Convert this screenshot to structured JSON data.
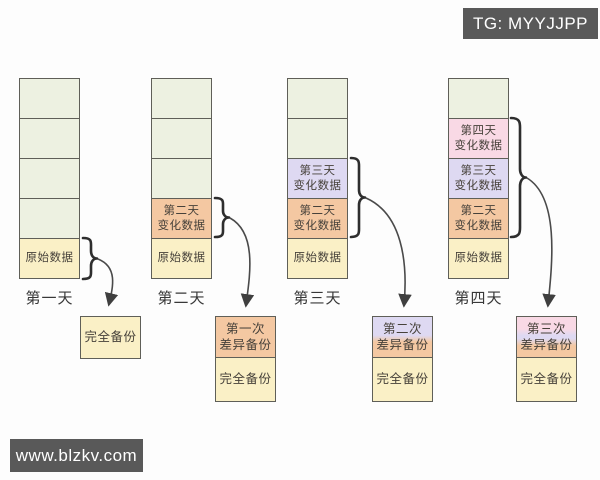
{
  "badges": {
    "tg": "TG: MYYJJPP",
    "site": "www.blzkv.com"
  },
  "colors": {
    "unchanged_data": "#edf1e1",
    "original_data": "#faf0c6",
    "day2_change": "#f4c8a2",
    "day3_change": "#ded9f2",
    "day4_change": "#f9d9e5",
    "cell_border": "#5f5f58",
    "badge_bg": "#595959",
    "arrow": "#4a4a4a"
  },
  "columns": [
    {
      "day_label": "第一天",
      "cells": [
        {
          "label": "",
          "color": "green"
        },
        {
          "label": "",
          "color": "green"
        },
        {
          "label": "",
          "color": "green"
        },
        {
          "label": "",
          "color": "green"
        },
        {
          "label": "原始数据",
          "color": "yellow"
        }
      ],
      "backup_boxes": [
        {
          "label": "完全备份",
          "color": "yellow"
        }
      ]
    },
    {
      "day_label": "第二天",
      "cells": [
        {
          "label": "",
          "color": "green"
        },
        {
          "label": "",
          "color": "green"
        },
        {
          "label": "",
          "color": "green"
        },
        {
          "label": "第二天\n变化数据",
          "color": "orange"
        },
        {
          "label": "原始数据",
          "color": "yellow"
        }
      ],
      "backup_boxes": [
        {
          "label": "第一次\n差异备份",
          "color": "orange"
        },
        {
          "label": "完全备份",
          "color": "yellow"
        }
      ]
    },
    {
      "day_label": "第三天",
      "cells": [
        {
          "label": "",
          "color": "green"
        },
        {
          "label": "",
          "color": "green"
        },
        {
          "label": "第三天\n变化数据",
          "color": "purple"
        },
        {
          "label": "第二天\n变化数据",
          "color": "orange"
        },
        {
          "label": "原始数据",
          "color": "yellow"
        }
      ],
      "backup_boxes": [
        {
          "label": "第二次\n差异备份",
          "color": "purple-orange"
        },
        {
          "label": "完全备份",
          "color": "yellow"
        }
      ]
    },
    {
      "day_label": "第四天",
      "cells": [
        {
          "label": "",
          "color": "green"
        },
        {
          "label": "第四天\n变化数据",
          "color": "pink"
        },
        {
          "label": "第三天\n变化数据",
          "color": "purple"
        },
        {
          "label": "第二天\n变化数据",
          "color": "orange"
        },
        {
          "label": "原始数据",
          "color": "yellow"
        }
      ],
      "backup_boxes": [
        {
          "label": "第三次\n差异备份",
          "color": "pink-purple-orange"
        },
        {
          "label": "完全备份",
          "color": "yellow"
        }
      ]
    }
  ]
}
